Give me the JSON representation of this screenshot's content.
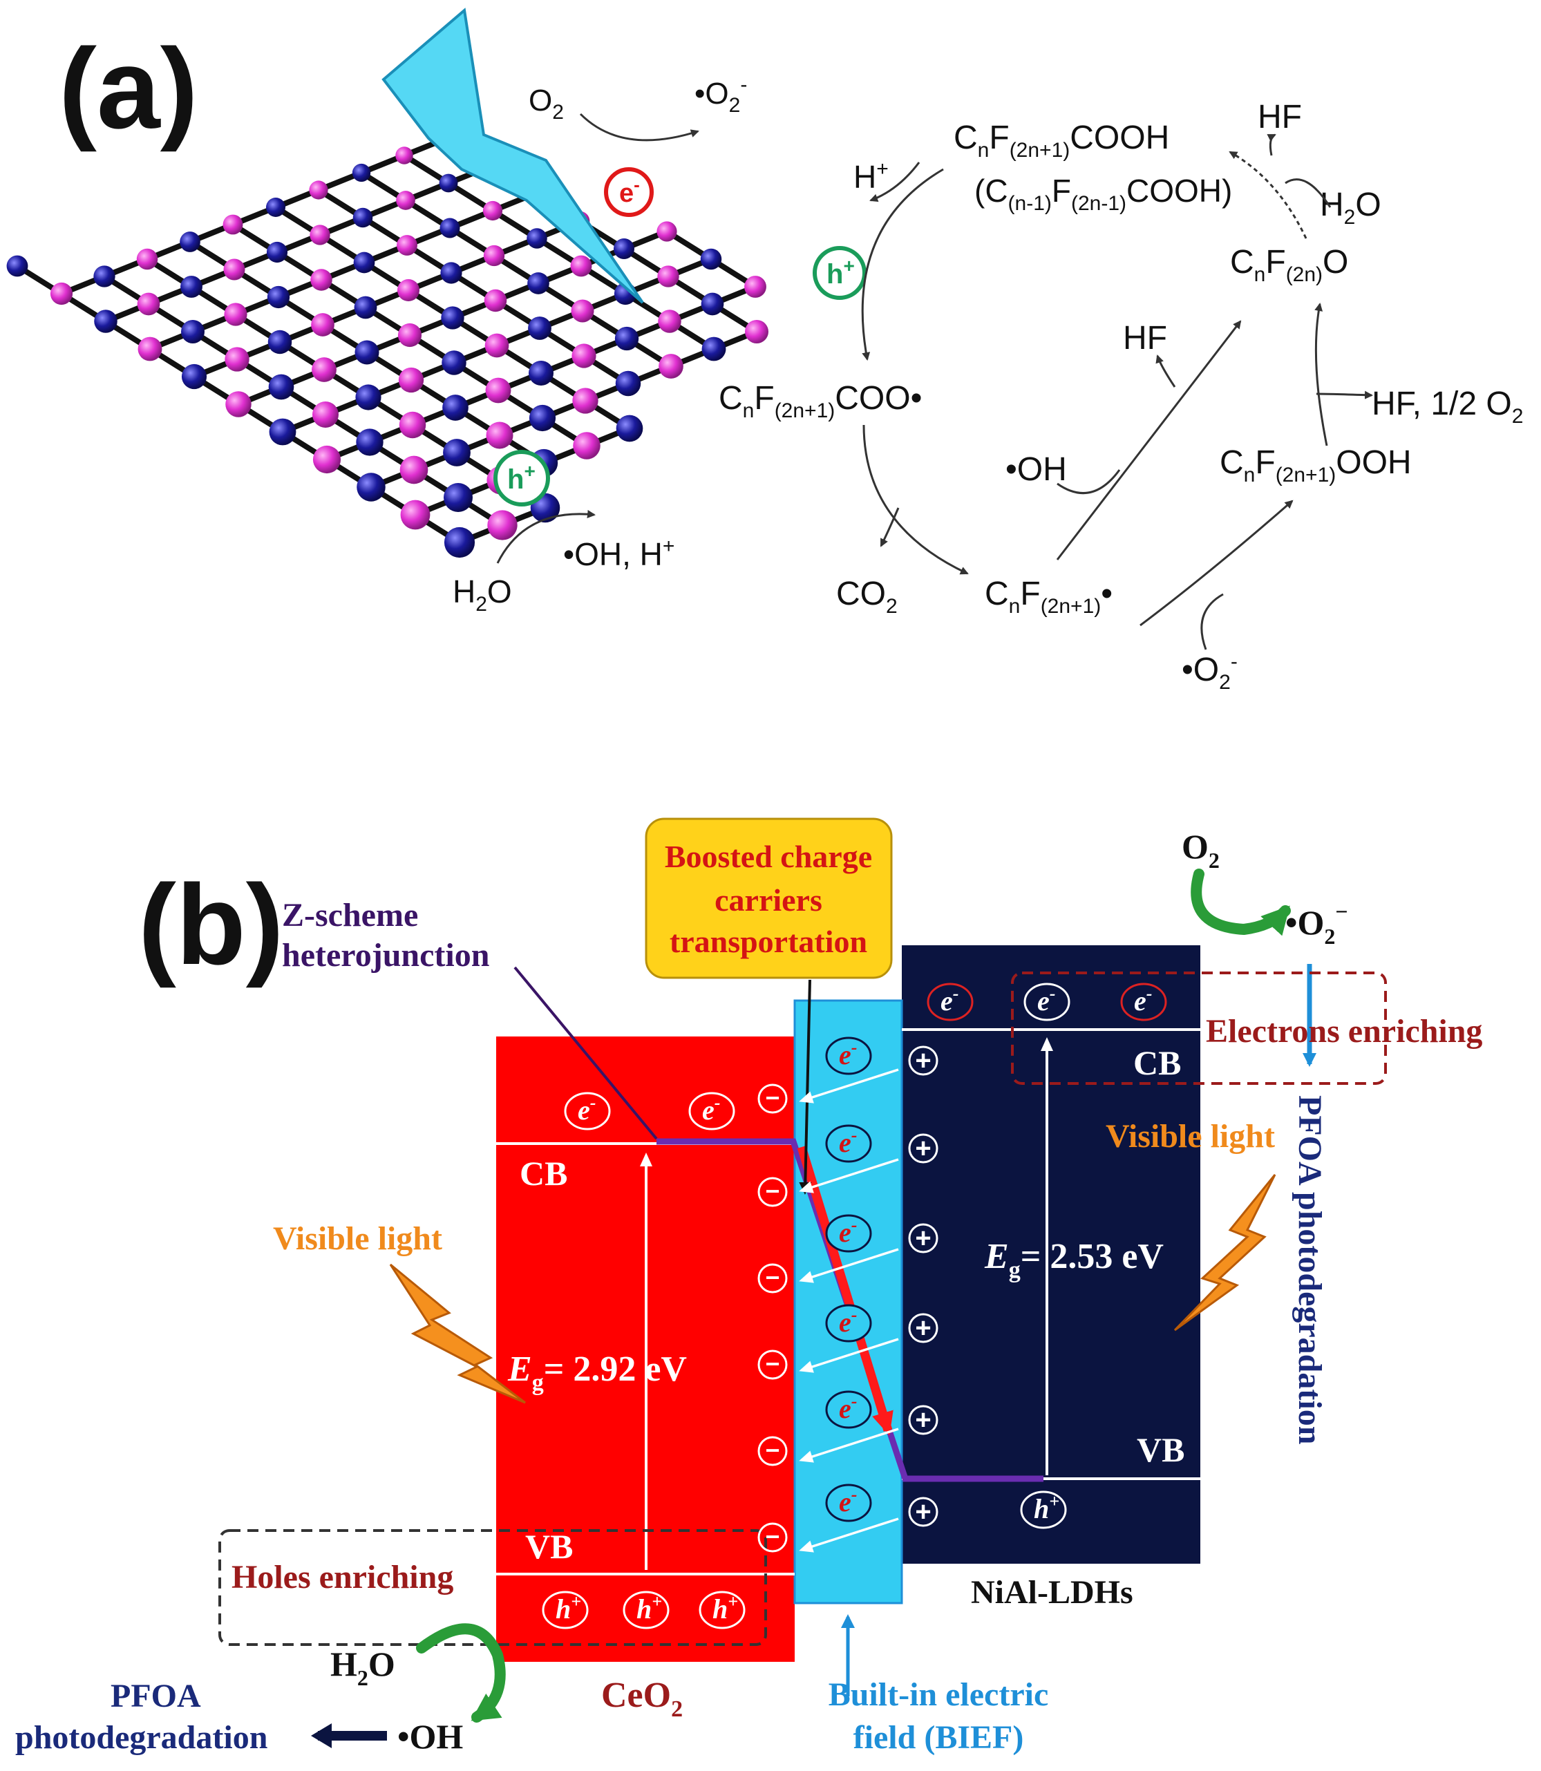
{
  "panel_a": {
    "label": "(a)",
    "electron": "e",
    "electron_sup": "-",
    "hole": "h",
    "hole_sup": "+",
    "o2": "O",
    "o2_sub": "2",
    "superoxide": "•O",
    "superoxide_sub": "2",
    "superoxide_sup": "-",
    "h_plus": "H",
    "h_plus_sup": "+",
    "h2o": "H",
    "h2o_sub": "2",
    "h2o_o": "O",
    "oh_h": "•OH, H",
    "oh_h_sup": "+",
    "acid_c": "C",
    "acid_n": "n",
    "acid_f": "F",
    "acid_f_sub": "(2n+1)",
    "acid_tail": "COOH",
    "acid_alt": "(C",
    "acid_alt_sub1": "(n-1)",
    "acid_alt_f": "F",
    "acid_alt_sub2": "(2n-1)",
    "acid_alt_tail": "COOH)",
    "hf": "HF",
    "ketone_sub": "(2n)",
    "ketone_tail": "O",
    "radical_tail": "COO•",
    "oh_radical": "•OH",
    "hf_o2": "HF, 1/2 O",
    "hf_o2_sub": "2",
    "peroxide_tail": "OOH",
    "co2": "CO",
    "co2_sub": "2",
    "alkyl_tail": "•"
  },
  "panel_b": {
    "label": "(b)",
    "z_scheme_line1": "Z-scheme",
    "z_scheme_line2": "heterojunction",
    "boosted_line1": "Boosted charge",
    "boosted_line2": "carriers",
    "boosted_line3": "transportation",
    "o2": "O",
    "o2_sub": "2",
    "superoxide": "•O",
    "superoxide_sub": "2",
    "superoxide_sup": "−",
    "electrons_enriching": "Electrons enriching",
    "cb": "CB",
    "vb": "VB",
    "visible_light": "Visible light",
    "eg_sym": "E",
    "eg_sub": "g",
    "eg_left": "= 2.92 eV",
    "eg_right": "= 2.53 eV",
    "holes_enriching": "Holes enriching",
    "h2o": "H",
    "h2o_sub": "2",
    "h2o_o": "O",
    "oh": "•OH",
    "pfoa_left_line1": "PFOA",
    "pfoa_left_line2": "photodegradation",
    "pfoa_right": "PFOA photodegradation",
    "ceo2": "CeO",
    "ceo2_sub": "2",
    "nial": "NiAl-LDHs",
    "bief_line1": "Built-in electric",
    "bief_line2": "field (BIEF)",
    "electron": "e",
    "electron_sup": "-",
    "hole": "h",
    "hole_sup": "+",
    "minus": "−",
    "plus": "+"
  },
  "colors": {
    "ceo2_red": "#ff0000",
    "bief_cyan": "#33ccf2",
    "nial_navy": "#0b1440",
    "atom_magenta": "#e030d0",
    "atom_blue": "#1a1a9c",
    "lightning_cyan": "#55d8f4",
    "arrow_green": "#2a9c38",
    "z_purple": "#6a2db0",
    "label_dark_red": "#9b1b1b",
    "visible_orange": "#f08a1c",
    "bief_blue": "#1e8fd8",
    "boosted_yellow": "#ffd21a",
    "pfoa_navy": "#1a2a7a"
  }
}
